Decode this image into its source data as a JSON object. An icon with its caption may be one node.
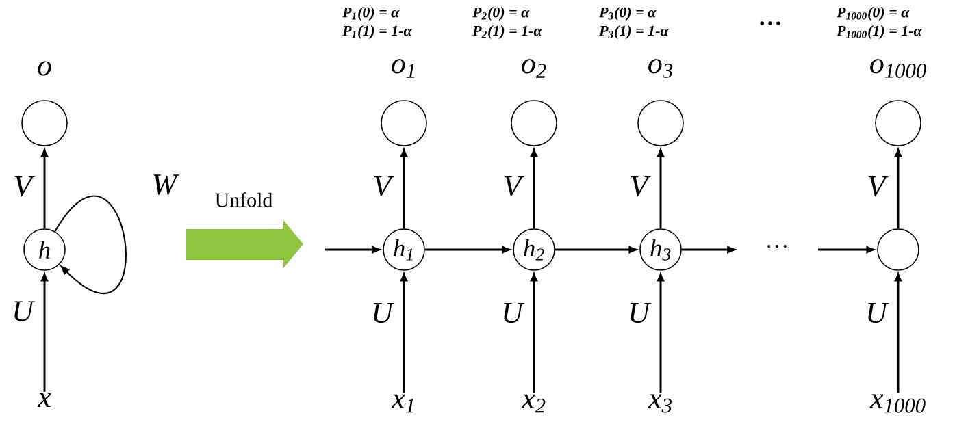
{
  "diagram": {
    "nodes": [
      {
        "text": [],
        "shape": "circle",
        "beside": [
          "o"
        ]
      },
      {
        "text": [
          "h"
        ]
      },
      {
        "text": [
          "x"
        ]
      },
      {
        "text": [],
        "shape": "circle",
        "beside": [
          "o$_{1}$",
          "P$_{1}$(0) = α",
          "P$_{1}$(1) = 1-α"
        ]
      },
      {
        "text": [
          "h$_{1}$"
        ]
      },
      {
        "text": [
          "x$_{1}$"
        ]
      },
      {
        "text": [],
        "shape": "circle",
        "beside": [
          "o$_{2}$",
          "P$_{2}$(0) = α",
          "P$_{2}$(1) = 1-α"
        ]
      },
      {
        "text": [
          "h$_{2}$"
        ]
      },
      {
        "text": [
          "x$_{2}$"
        ]
      },
      {
        "text": [],
        "shape": "circle",
        "beside": [
          "o$_{3}$",
          "P$_{3}$(0) = α",
          "P$_{3}$(1) = 1-α"
        ]
      },
      {
        "text": [
          "h$_{3}$"
        ]
      },
      {
        "text": [
          "x$_{3}$"
        ]
      },
      {
        "text": [],
        "shape": "circle",
        "beside": [
          "o$_{1000}$",
          "P$_{1000}$(0) = α",
          "P$_{1000}$(1) = 1-α"
        ]
      },
      {
        "text": [],
        "shape": "circle"
      },
      {
        "text": [
          "x$_{1000}$"
        ]
      }
    ],
    "edges": [
      {
        "from": 2,
        "to": 1,
        "arrow": "to",
        "label": "U"
      },
      {
        "from": 1,
        "to": 0,
        "arrow": "to",
        "label": "V"
      },
      {
        "from": 1,
        "to": 1,
        "arrow": "to",
        "label": "W"
      },
      {
        "from": 5,
        "to": 4,
        "arrow": "to",
        "label": "U"
      },
      {
        "from": 4,
        "to": 3,
        "arrow": "to",
        "label": "V"
      },
      {
        "from": 8,
        "to": 7,
        "arrow": "to",
        "label": "U"
      },
      {
        "from": 7,
        "to": 6,
        "arrow": "to",
        "label": "V"
      },
      {
        "from": 11,
        "to": 10,
        "arrow": "to",
        "label": "U"
      },
      {
        "from": 10,
        "to": 9,
        "arrow": "to",
        "label": "V"
      },
      {
        "from": 14,
        "to": 13,
        "arrow": "to",
        "label": "U"
      },
      {
        "from": 13,
        "to": 12,
        "arrow": "to",
        "label": "V"
      },
      {
        "from": null,
        "to": 4,
        "arrow": "to"
      },
      {
        "from": 4,
        "to": 7,
        "arrow": "to"
      },
      {
        "from": 7,
        "to": 10,
        "arrow": "to"
      },
      {
        "from": 10,
        "to": null,
        "arrow": "to"
      },
      {
        "from": null,
        "to": 13,
        "arrow": "to"
      }
    ],
    "labels": [
      "Unfold",
      "…",
      "…"
    ]
  }
}
